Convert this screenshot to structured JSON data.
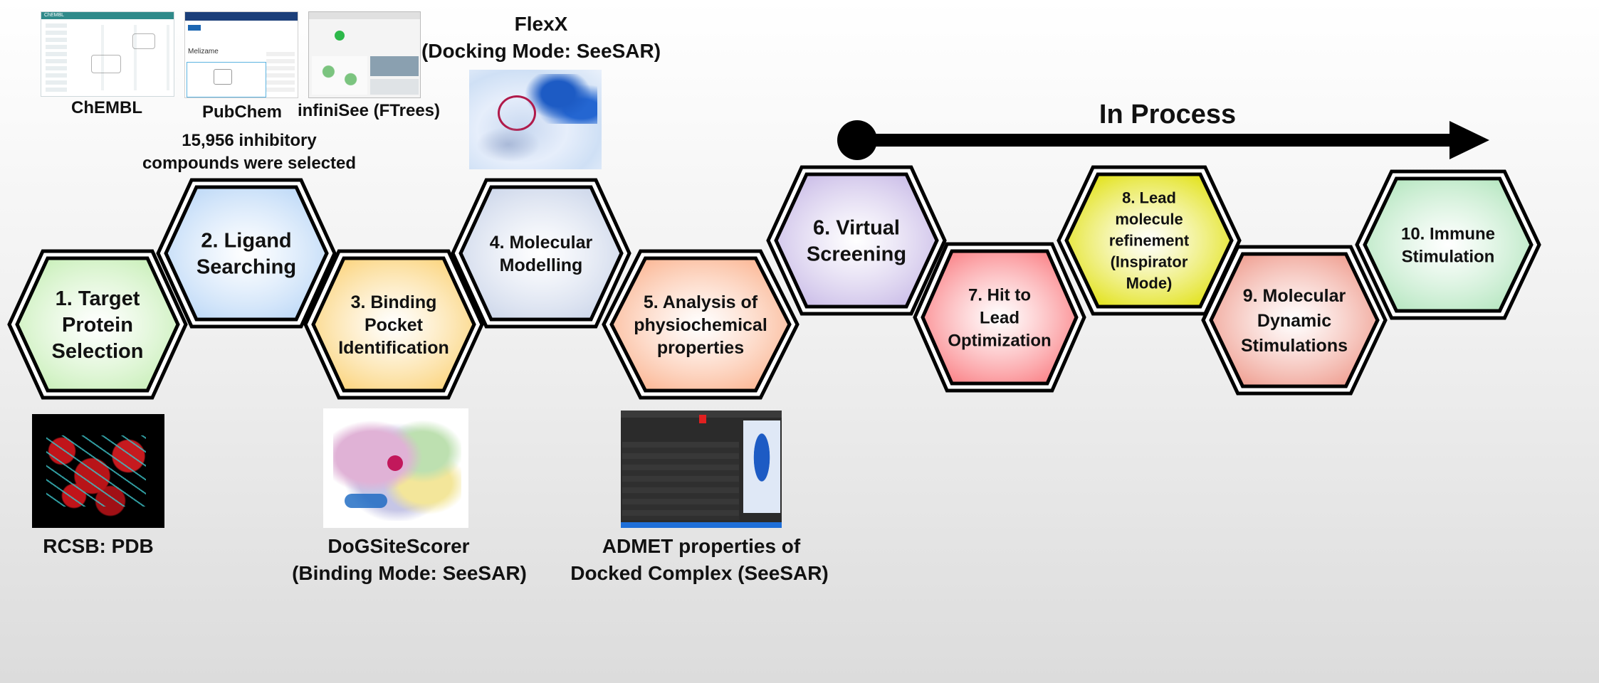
{
  "steps": [
    {
      "lines": [
        "1. Target",
        "Protein",
        "Selection"
      ],
      "color": "#c8efb8"
    },
    {
      "lines": [
        "2. Ligand",
        "Searching"
      ],
      "color": "#bcd8f7"
    },
    {
      "lines": [
        "3. Binding",
        "Pocket",
        "Identification"
      ],
      "color": "#fbd37a"
    },
    {
      "lines": [
        "4. Molecular",
        "Modelling"
      ],
      "color": "#ccd6ea"
    },
    {
      "lines": [
        "5. Analysis of",
        "physiochemical",
        "properties"
      ],
      "color": "#fbb592"
    },
    {
      "lines": [
        "6. Virtual",
        "Screening"
      ],
      "color": "#c9bbe7"
    },
    {
      "lines": [
        "7. Hit to",
        "Lead",
        "Optimization"
      ],
      "color": "#fa7f84"
    },
    {
      "lines": [
        "8. Lead",
        "molecule",
        "refinement",
        "(Inspirator",
        "Mode)"
      ],
      "color": "#e1e112"
    },
    {
      "lines": [
        "9. Molecular",
        "Dynamic",
        "Stimulations"
      ],
      "color": "#ef9c8e"
    },
    {
      "lines": [
        "10. Immune",
        "Stimulation"
      ],
      "color": "#b4e6bf"
    }
  ],
  "labels": {
    "chembl": "ChEMBL",
    "pubchem": "PubChem",
    "infinisee": "infiniSee (FTrees)",
    "flexx_line1": "FlexX",
    "flexx_line2": "(Docking Mode: SeeSAR)",
    "inhibitory_line1": "15,956 inhibitory",
    "inhibitory_line2": "compounds were selected",
    "rcsb": "RCSB: PDB",
    "dogsite_line1": "DoGSiteScorer",
    "dogsite_line2": "(Binding Mode: SeeSAR)",
    "admet_line1": "ADMET properties of",
    "admet_line2": "Docked Complex (SeeSAR)",
    "in_process": "In Process"
  },
  "thumbnails": {
    "chembl_header": "ChEMBL",
    "pubchem_compound": "Melizame"
  }
}
